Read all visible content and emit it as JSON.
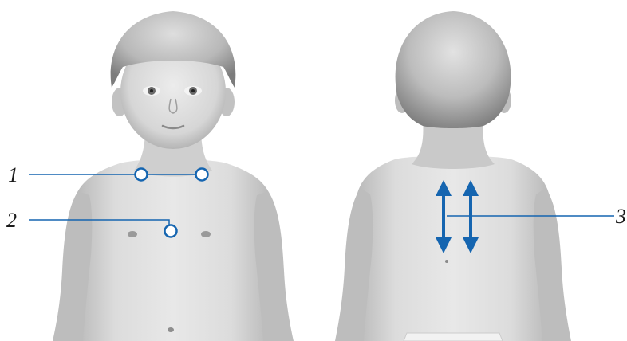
{
  "callouts": [
    {
      "id": "1",
      "label": "1"
    },
    {
      "id": "2",
      "label": "2"
    },
    {
      "id": "3",
      "label": "3"
    }
  ],
  "colors": {
    "accent": "#1565b0",
    "skin_light": "#e6e6e6",
    "skin_mid": "#c9c9c9",
    "skin_dark": "#9a9a9a",
    "hair_light": "#d8d8d8",
    "hair_dark": "#8a8a8a",
    "label": "#1a1a1a"
  }
}
